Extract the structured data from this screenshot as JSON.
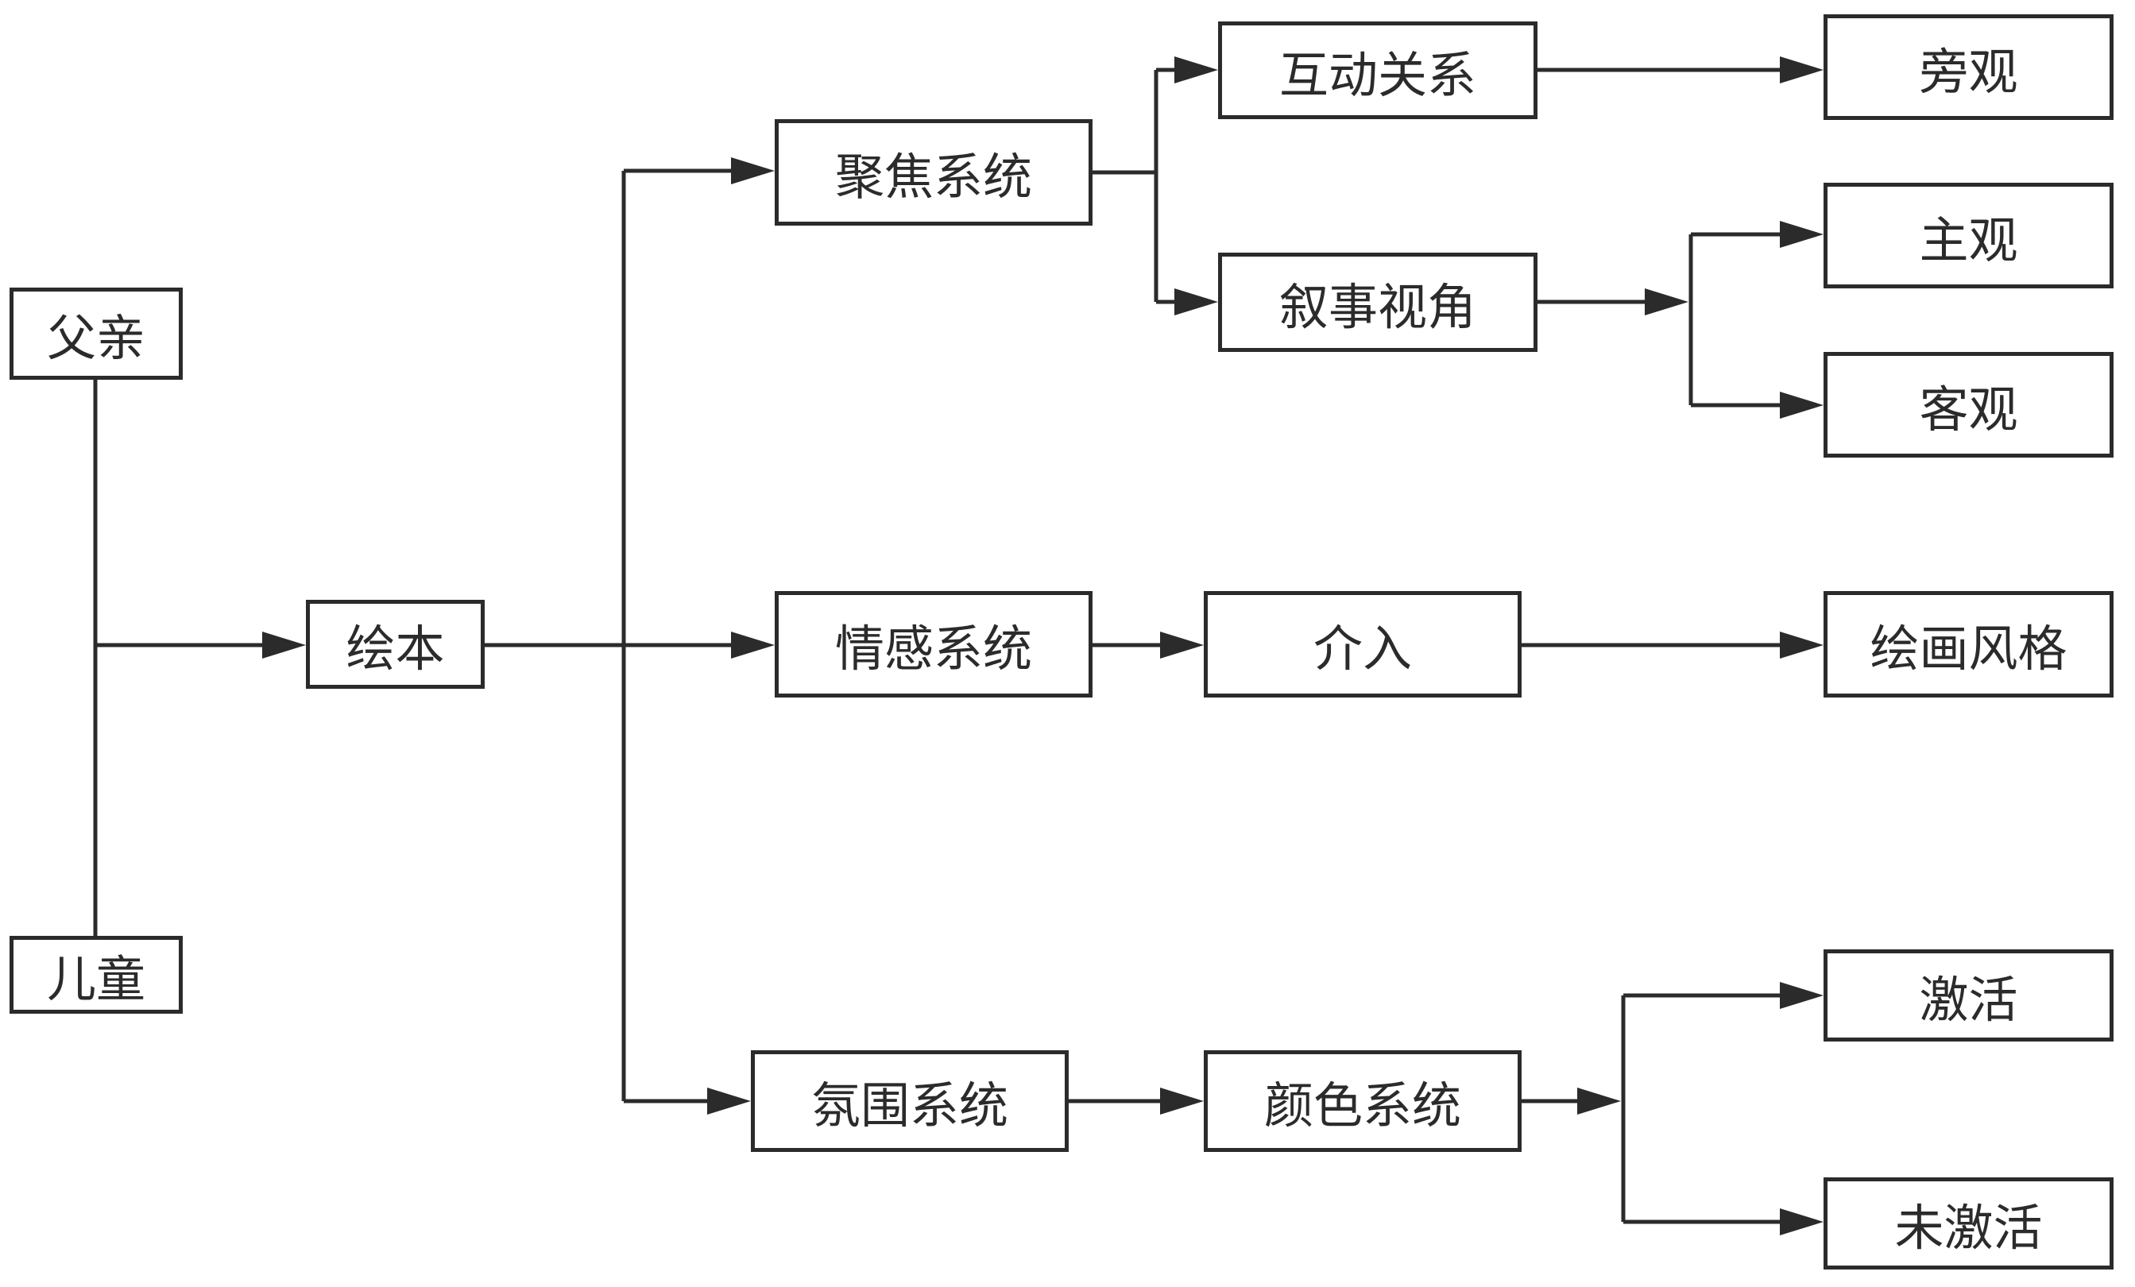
{
  "diagram": {
    "nodes": {
      "father": "父亲",
      "child": "儿童",
      "picture_book": "绘本",
      "focus_system": "聚焦系统",
      "emotion_system": "情感系统",
      "atmosphere_system": "氛围系统",
      "interaction": "互动关系",
      "narrative_view": "叙事视角",
      "intervention": "介入",
      "color_system": "颜色系统",
      "onlooker": "旁观",
      "subjective": "主观",
      "objective": "客观",
      "painting_style": "绘画风格",
      "activated": "激活",
      "not_activated": "未激活"
    },
    "edges": [
      [
        "father-child",
        "picture_book"
      ],
      [
        "picture_book",
        "focus_system"
      ],
      [
        "picture_book",
        "emotion_system"
      ],
      [
        "picture_book",
        "atmosphere_system"
      ],
      [
        "focus_system",
        "interaction"
      ],
      [
        "focus_system",
        "narrative_view"
      ],
      [
        "interaction",
        "onlooker"
      ],
      [
        "narrative_view",
        "subjective"
      ],
      [
        "narrative_view",
        "objective"
      ],
      [
        "emotion_system",
        "intervention"
      ],
      [
        "intervention",
        "painting_style"
      ],
      [
        "atmosphere_system",
        "color_system"
      ],
      [
        "color_system",
        "activated"
      ],
      [
        "color_system",
        "not_activated"
      ]
    ]
  }
}
